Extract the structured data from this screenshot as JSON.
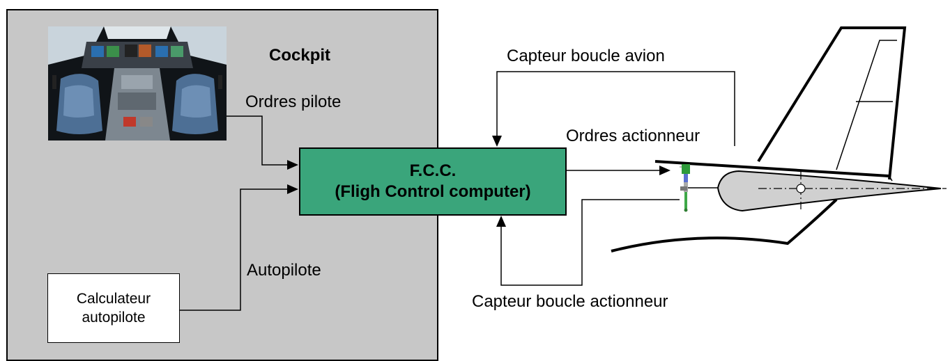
{
  "cockpit": {
    "title": "Cockpit"
  },
  "signals": {
    "pilot_orders": "Ordres pilote",
    "autopilot": "Autopilote",
    "aircraft_loop_sensor": "Capteur boucle avion",
    "actuator_orders": "Ordres actionneur",
    "actuator_loop_sensor": "Capteur boucle actionneur"
  },
  "autopilot_computer": {
    "line1": "Calculateur",
    "line2": "autopilote"
  },
  "fcc": {
    "line1": "F.C.C.",
    "line2": "(Fligh Control computer)",
    "color": "#3aa57b"
  },
  "colors": {
    "panel": "#c7c7c7",
    "control_surface": "#d0d0d0"
  }
}
